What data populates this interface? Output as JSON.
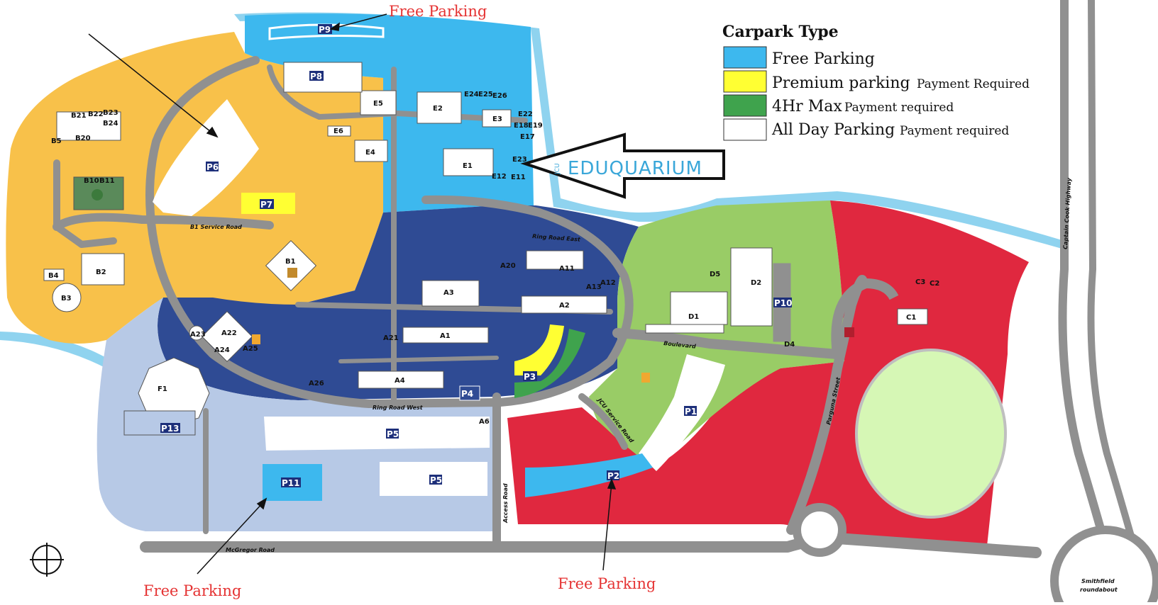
{
  "legend": {
    "title": "Carpark Type",
    "items": [
      {
        "label": "Free Parking",
        "note": "",
        "color": "#3db8ee"
      },
      {
        "label": "Premium parking",
        "note": "Payment Required",
        "color": "#ffff33"
      },
      {
        "label": "4Hr Max",
        "note": "Payment required",
        "color": "#3fa34d"
      },
      {
        "label": "All Day Parking",
        "note": "Payment required",
        "color": "#ffffff"
      }
    ]
  },
  "annotations": {
    "free_parking_label": "Free Parking",
    "eduquarium_prefix": "JCU",
    "eduquarium_text": "EDUQUARIUM"
  },
  "zone_colors": {
    "water": "#8fd3ef",
    "b_zone": "#f8c14a",
    "e_zone": "#3db8ee",
    "a_zone": "#2f4b94",
    "f_zone": "#b7c9e6",
    "d_zone": "#99cc66",
    "c_zone": "#e0283f",
    "road": "#909090",
    "oval": "#d6f7b5"
  },
  "carparks": {
    "p1": "P1",
    "p2": "P2",
    "p3": "P3",
    "p4": "P4",
    "p5a": "P5",
    "p5b": "P5",
    "p6": "P6",
    "p7": "P7",
    "p8": "P8",
    "p9": "P9",
    "p10": "P10",
    "p11": "P11",
    "p13": "P13"
  },
  "buildings": {
    "e1": "E1",
    "e2": "E2",
    "e3": "E3",
    "e4": "E4",
    "e5": "E5",
    "e6": "E6",
    "e11": "E11",
    "e12": "E12",
    "e17": "E17",
    "e18": "E18",
    "e19": "E19",
    "e22": "E22",
    "e23": "E23",
    "e24": "E24",
    "e25": "E25",
    "e26": "E26",
    "b1": "B1",
    "b2": "B2",
    "b3": "B3",
    "b4": "B4",
    "b5": "B5",
    "b10": "B10",
    "b11": "B11",
    "b20": "B20",
    "b21": "B21",
    "b22": "B22",
    "b23": "B23",
    "b24": "B24",
    "a1": "A1",
    "a2": "A2",
    "a3": "A3",
    "a4": "A4",
    "a6": "A6",
    "a11": "A11",
    "a12": "A12",
    "a13": "A13",
    "a20": "A20",
    "a21": "A21",
    "a22": "A22",
    "a23": "A23",
    "a24": "A24",
    "a25": "A25",
    "a26": "A26",
    "d1": "D1",
    "d2": "D2",
    "d4": "D4",
    "d5": "D5",
    "c1": "C1",
    "c2": "C2",
    "c3": "C3",
    "f1": "F1"
  },
  "roads": {
    "b1_service": "B1 Service Road",
    "ring_east": "Ring Road East",
    "ring_west": "Ring Road West",
    "boulevard": "Boulevard",
    "jcu_service": "JCU Service Road",
    "parguna": "Parguna Street",
    "access": "Access Road",
    "mcgregor": "McGregor Road",
    "captain_cook": "Captain Cook Highway",
    "smithfield_1": "Smithfield",
    "smithfield_2": "roundabout"
  }
}
